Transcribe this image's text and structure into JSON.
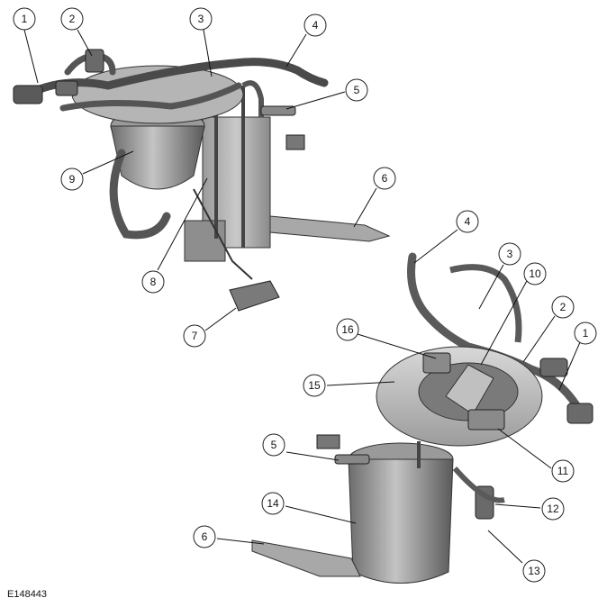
{
  "figure_id": "E148443",
  "callouts": [
    {
      "id": "c1a",
      "label": "1"
    },
    {
      "id": "c2a",
      "label": "2"
    },
    {
      "id": "c3a",
      "label": "3"
    },
    {
      "id": "c4a",
      "label": "4"
    },
    {
      "id": "c5a",
      "label": "5"
    },
    {
      "id": "c6a",
      "label": "6"
    },
    {
      "id": "c7",
      "label": "7"
    },
    {
      "id": "c8",
      "label": "8"
    },
    {
      "id": "c9",
      "label": "9"
    },
    {
      "id": "c4b",
      "label": "4"
    },
    {
      "id": "c3b",
      "label": "3"
    },
    {
      "id": "c10",
      "label": "10"
    },
    {
      "id": "c2b",
      "label": "2"
    },
    {
      "id": "c1b",
      "label": "1"
    },
    {
      "id": "c16",
      "label": "16"
    },
    {
      "id": "c15",
      "label": "15"
    },
    {
      "id": "c5b",
      "label": "5"
    },
    {
      "id": "c11",
      "label": "11"
    },
    {
      "id": "c14",
      "label": "14"
    },
    {
      "id": "c12",
      "label": "12"
    },
    {
      "id": "c6b",
      "label": "6"
    },
    {
      "id": "c13",
      "label": "13"
    }
  ]
}
